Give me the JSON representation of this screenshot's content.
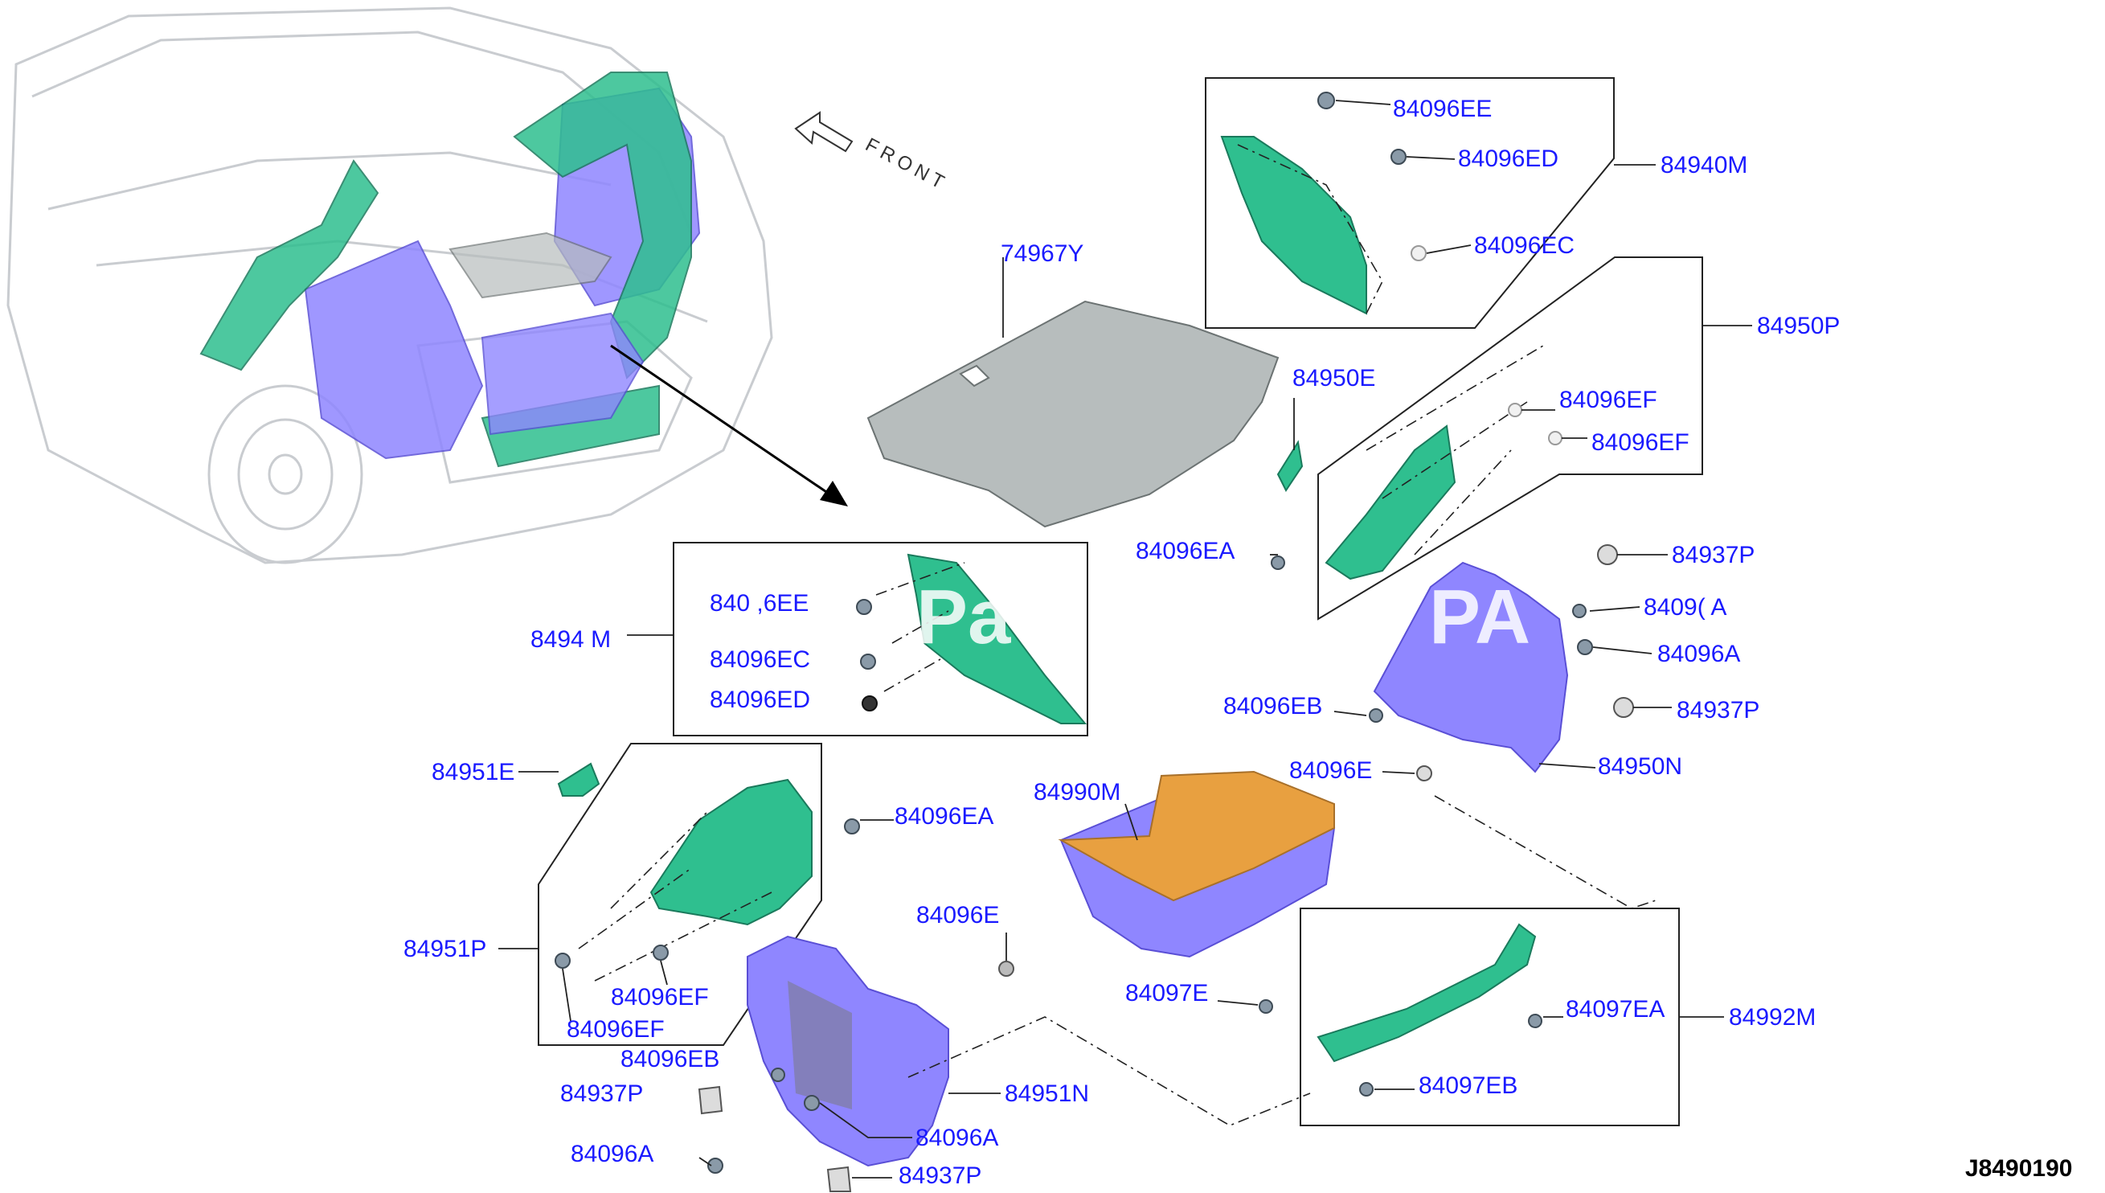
{
  "title_code": "J8490190",
  "front_label": "FRONT",
  "watermark": [
    "Pa",
    "PA"
  ],
  "colors": {
    "label": "#1a1aff",
    "trim_green": "#2fbf8f",
    "trim_violet": "#8f86ff",
    "tray_orange": "#e8a040",
    "mat_grey": "#b7bdbd"
  },
  "labels": {
    "l_84096EE_a": "84096EE",
    "l_84096ED_a": "84096ED",
    "l_84940M": "84940M",
    "l_84096EC_a": "84096EC",
    "l_74967Y": "74967Y",
    "l_84950P": "84950P",
    "l_84950E": "84950E",
    "l_84096EF_a": "84096EF",
    "l_84096EF_b": "84096EF",
    "l_84096EA_a": "84096EA",
    "l_84937P_a": "84937P",
    "l_8409_A": "8409( A",
    "l_84096A_a": "84096A",
    "l_84937P_b": "84937P",
    "l_84096EB_a": "84096EB",
    "l_84950N": "84950N",
    "l_84096E_a": "84096E",
    "l_840_EE": "840 ,6EE",
    "l_8494_M": "8494 M",
    "l_84096EC_b": "84096EC",
    "l_84096ED_b": "84096ED",
    "l_84951E": "84951E",
    "l_84990M": "84990M",
    "l_84096EA_b": "84096EA",
    "l_84096E_b": "84096E",
    "l_84951P": "84951P",
    "l_84096EF_c": "84096EF",
    "l_84096EF_d": "84096EF",
    "l_84097E": "84097E",
    "l_84097EA": "84097EA",
    "l_84992M": "84992M",
    "l_84096EB_b": "84096EB",
    "l_84937P_c": "84937P",
    "l_84951N": "84951N",
    "l_84097EB": "84097EB",
    "l_84096A_b": "84096A",
    "l_84096A_c": "84096A",
    "l_84937P_d": "84937P"
  }
}
